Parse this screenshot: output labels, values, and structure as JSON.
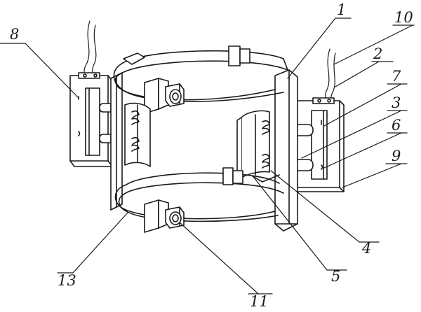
{
  "callouts": [
    {
      "id": "1",
      "text": "1"
    },
    {
      "id": "2",
      "text": "2"
    },
    {
      "id": "3",
      "text": "3"
    },
    {
      "id": "4",
      "text": "4"
    },
    {
      "id": "5",
      "text": "5"
    },
    {
      "id": "6",
      "text": "6"
    },
    {
      "id": "7",
      "text": "7"
    },
    {
      "id": "8",
      "text": "8"
    },
    {
      "id": "9",
      "text": "9"
    },
    {
      "id": "10",
      "text": "10"
    },
    {
      "id": "11",
      "text": "11"
    },
    {
      "id": "13",
      "text": "13"
    }
  ],
  "colors": {
    "line": "#1a1a1a",
    "fill": "#ffffff",
    "shade": "#eeeeee"
  }
}
